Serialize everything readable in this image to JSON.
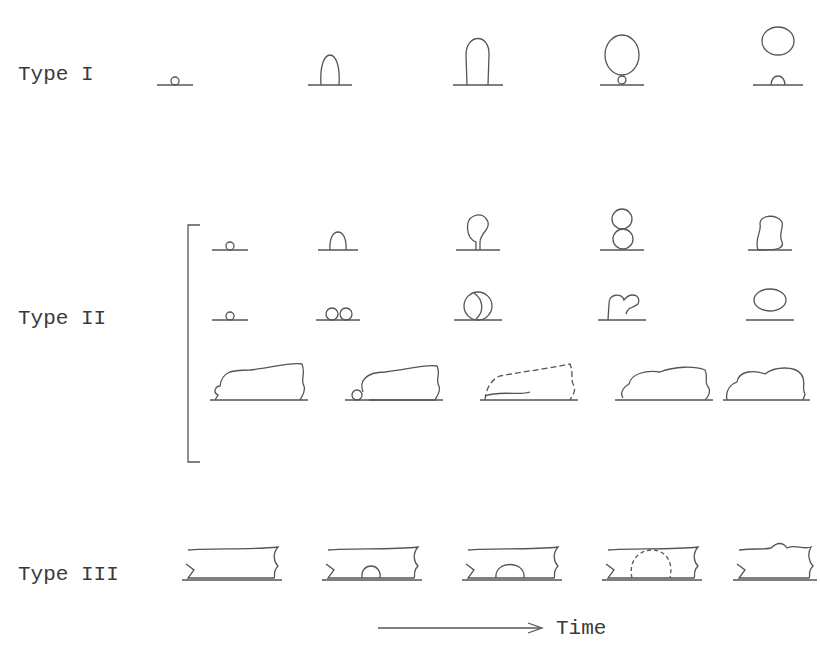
{
  "diagram": {
    "labels": [
      "Type I",
      "Type II",
      "Type III",
      "Time"
    ]
  }
}
